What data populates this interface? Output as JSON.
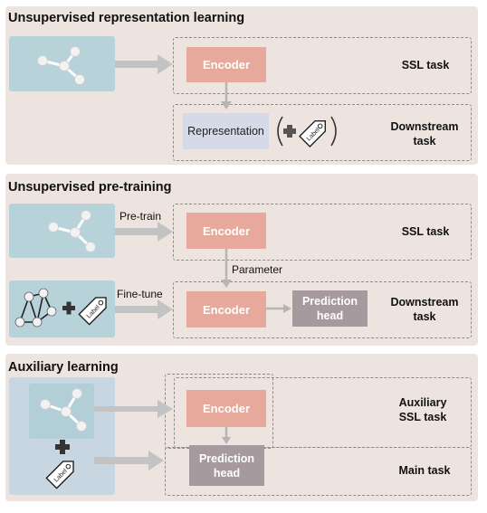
{
  "panels": [
    {
      "title": "Unsupervised representation learning",
      "encoder": "Encoder",
      "ssl_task": "SSL task",
      "representation": "Representation",
      "downstream_task": "Downstream\ntask",
      "label_tag": "Label"
    },
    {
      "title": "Unsupervised pre-training",
      "pretrain": "Pre-train",
      "encoder_top": "Encoder",
      "ssl_task": "SSL task",
      "parameter": "Parameter",
      "finetune": "Fine-tune",
      "encoder_bottom": "Encoder",
      "prediction_head": "Prediction\nhead",
      "downstream_task": "Downstream\ntask",
      "label_tag": "Label"
    },
    {
      "title": "Auxiliary learning",
      "encoder": "Encoder",
      "aux_task": "Auxiliary\nSSL task",
      "prediction_head": "Prediction\nhead",
      "main_task": "Main task",
      "label_tag": "Label"
    }
  ],
  "colors": {
    "panel_bg": "#eee4df",
    "input_bg": "#b7d2d9",
    "input_bg_aux": "#c7d6e0",
    "input_inner_aux": "#b2ced6",
    "encoder": "#e6a99c",
    "prediction_head": "#a69a9e",
    "representation": "#d5d9e8",
    "arrow": "#c3c3c3"
  }
}
